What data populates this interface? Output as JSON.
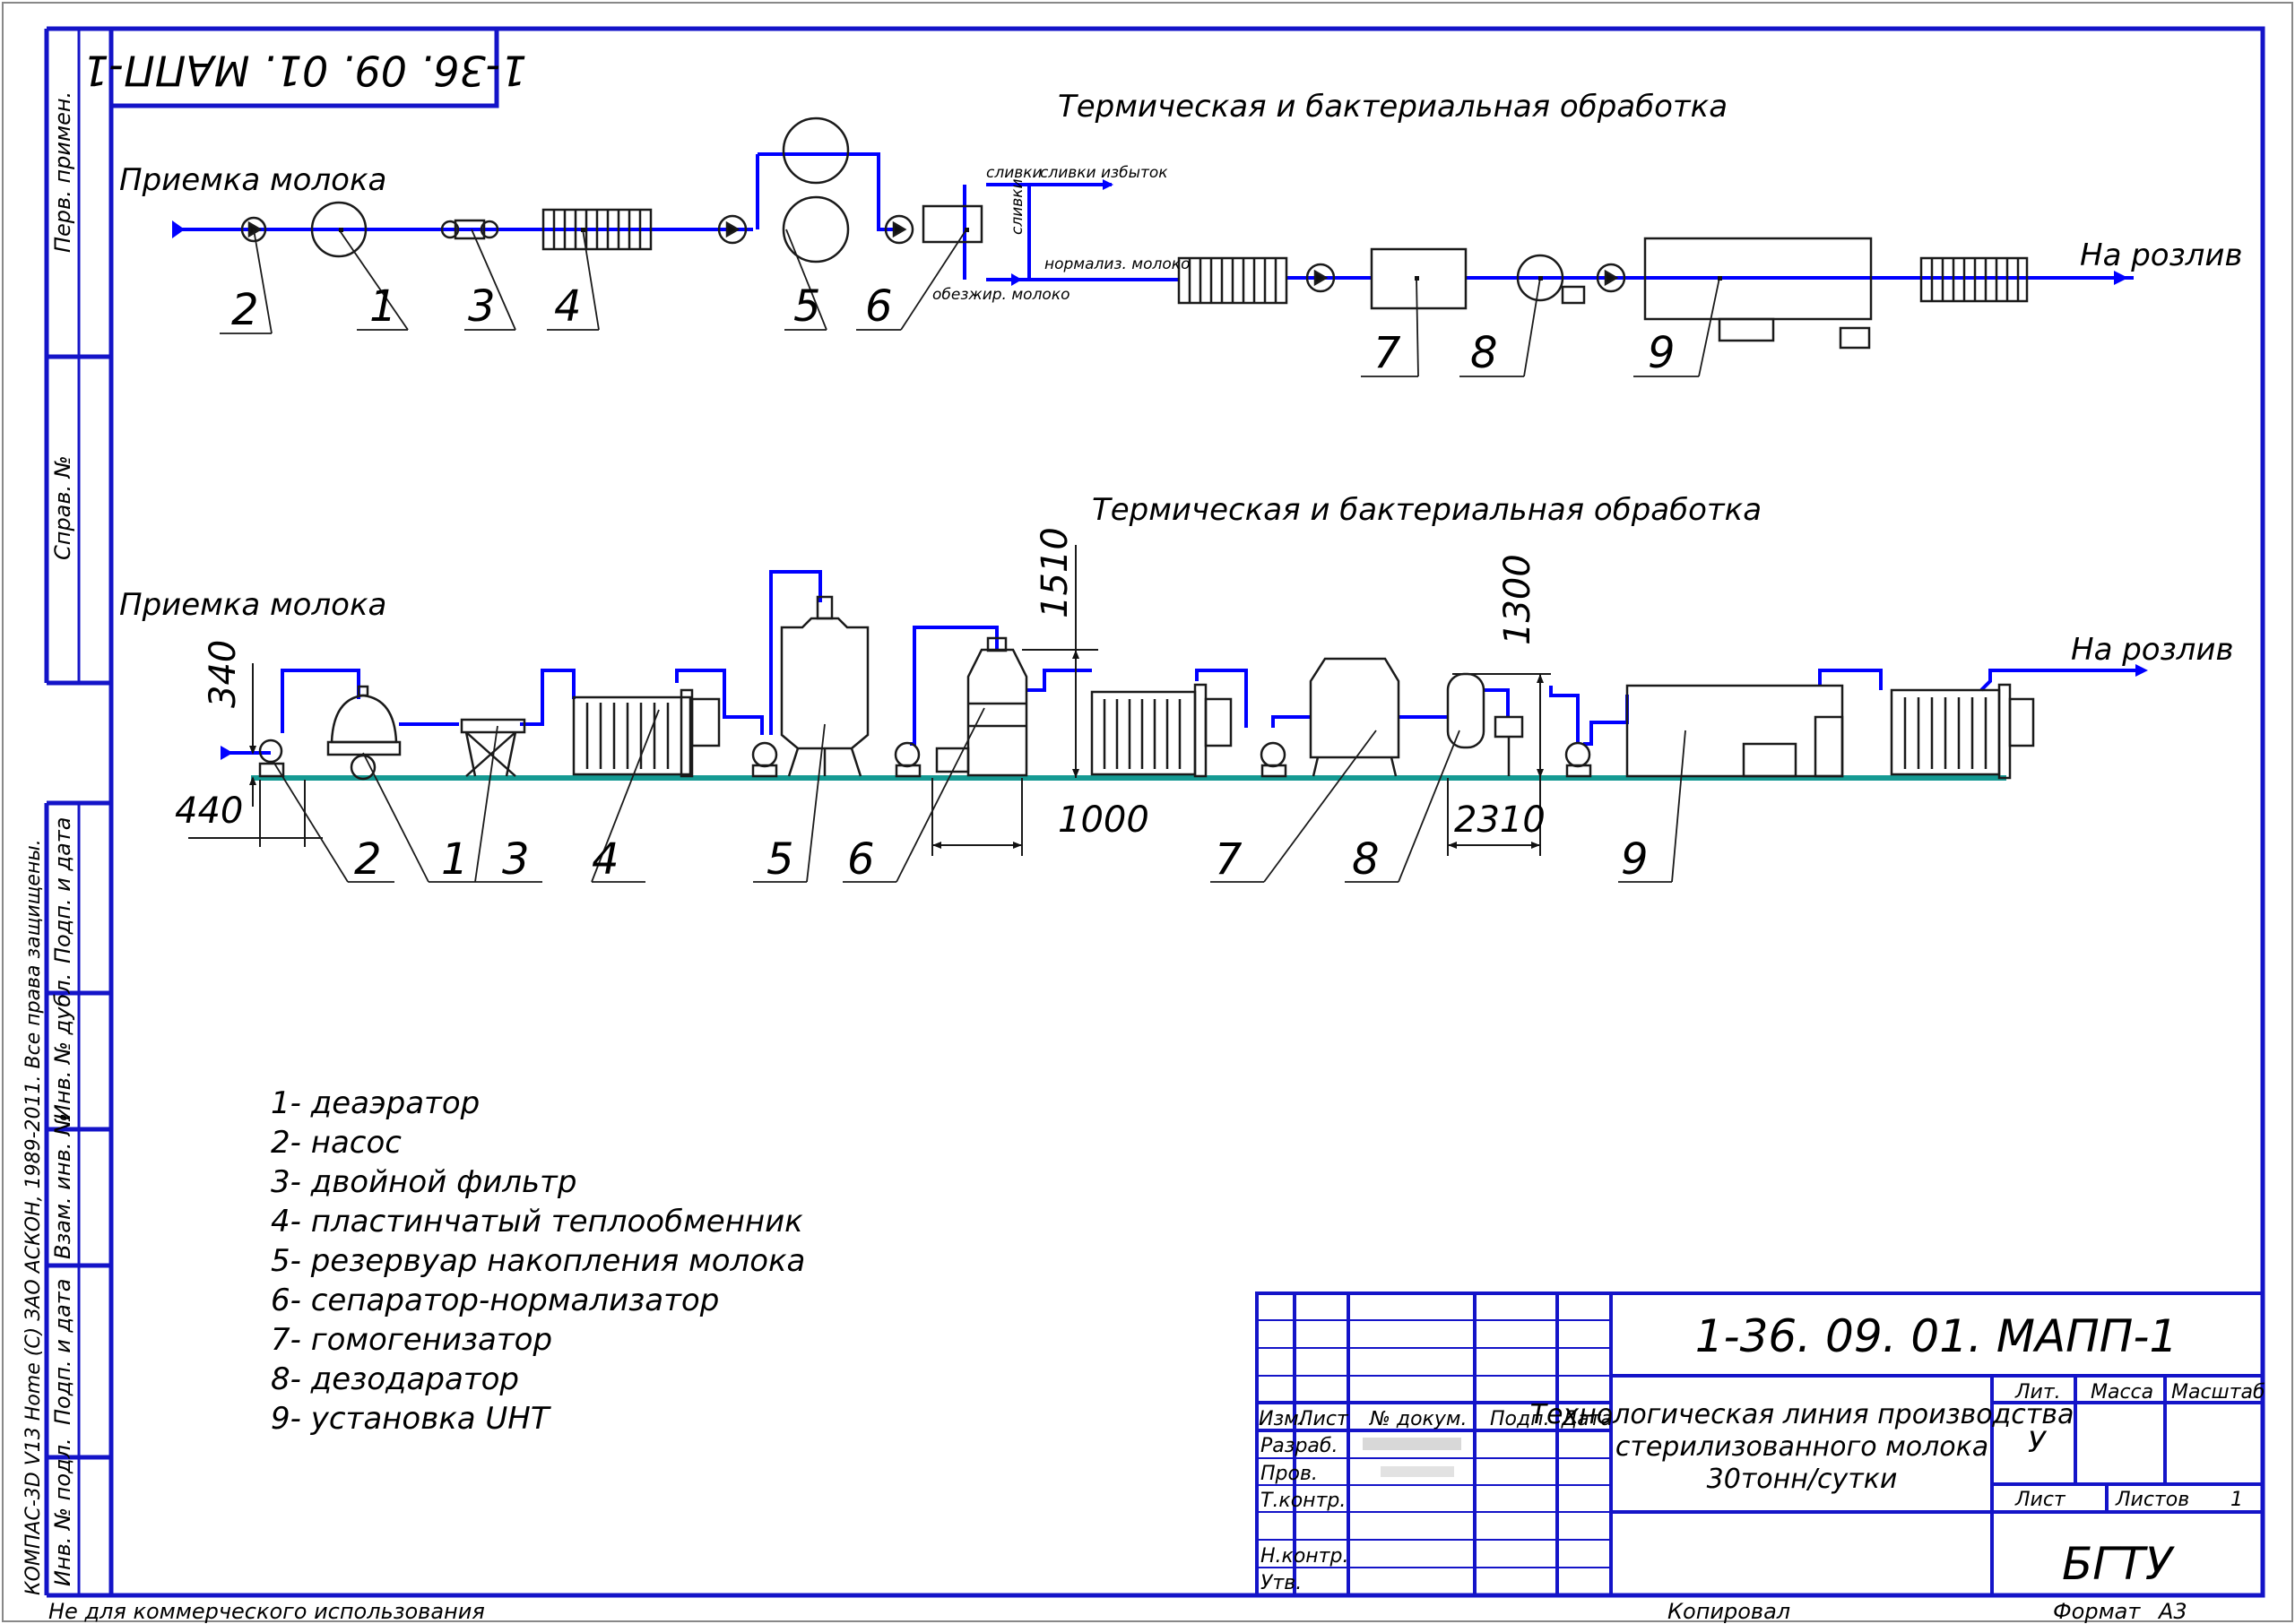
{
  "colors": {
    "frame": "#1414c8",
    "pipe": "#0000ff",
    "floor": "#159a93",
    "ink": "#1a1a1a"
  },
  "doc_code": "1-36. 09. 01. МАПП-1",
  "stamp_top": "1-36. 09. 01. МАПП-1",
  "side_labels": {
    "perv": "Перв. примен.",
    "sprav": "Справ. №",
    "podp1": "Подп. и дата",
    "inv_dubl": "Инв. № дубл.",
    "vzam": "Взам. инв. №",
    "podp2": "Подп. и дата",
    "inv_podl": "Инв. № подл."
  },
  "copyright": "КОМПАС-3D V13 Home (С) ЗАО АСКОН, 1989-2011. Все права защищены.",
  "scheme": {
    "title": "Термическая и бактериальная обработка",
    "start": "Приемка молока",
    "end": "На розлив",
    "cream": "сливки",
    "cream_excess": "сливки избыток",
    "cream_vertical": "сливки",
    "norm_milk": "нормализ. молоко",
    "skim_milk": "обезжир. молоко",
    "labels": [
      "2",
      "1",
      "3",
      "4",
      "5",
      "6",
      "7",
      "8",
      "9"
    ]
  },
  "layout_plan": {
    "title": "Термическая и бактериальная обработка",
    "start": "Приемка молока",
    "end": "На розлив",
    "dims": [
      "340",
      "440",
      "1510",
      "1000",
      "1300",
      "2310"
    ],
    "labels": [
      "2",
      "1",
      "3",
      "4",
      "5",
      "6",
      "7",
      "8",
      "9"
    ]
  },
  "legend": [
    "1- деаэратор",
    "2- насос",
    "3- двойной фильтр",
    "4- пластинчатый теплообменник",
    "5- резервуар накопления молока",
    "6- сепаратор-нормализатор",
    "7- гомогенизатор",
    "8- дезодаратор",
    "9- установка UHT"
  ],
  "title_block": {
    "code": "1-36. 09. 01. МАПП-1",
    "title_lines": [
      "Технологическая линия производства",
      "стерилизованного молока",
      "30тонн/сутки"
    ],
    "izm": "Изм.",
    "list": "Лист",
    "no_dokum": "№ докум.",
    "podp": "Подп.",
    "data": "Дата",
    "razrab": "Разраб.",
    "prov": "Пров.",
    "tkontr": "Т.контр.",
    "nkontr": "Н.контр.",
    "utv": "Утв.",
    "lit": "Лит.",
    "massa": "Масса",
    "masshtab": "Масштаб",
    "lit_value": "У",
    "list_label": "Лист",
    "listov_label": "Листов",
    "listov_value": "1",
    "org": "БГТУ"
  },
  "footer": {
    "noncommercial": "Не для коммерческого использования",
    "kopiroval": "Копировал",
    "format_label": "Формат",
    "format_value": "А3"
  }
}
